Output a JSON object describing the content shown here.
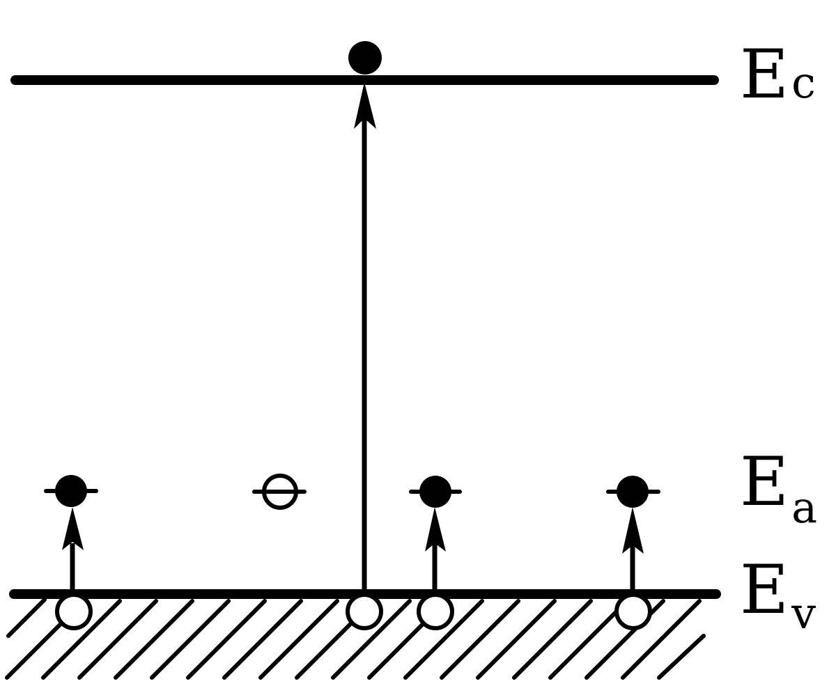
{
  "diagram": {
    "labels": {
      "conduction": {
        "main": "E",
        "sub": "c"
      },
      "acceptor": {
        "main": "E",
        "sub": "a"
      },
      "valence": {
        "main": "E",
        "sub": "v"
      }
    },
    "colors": {
      "ink": "#000000",
      "background": "#ffffff"
    }
  }
}
